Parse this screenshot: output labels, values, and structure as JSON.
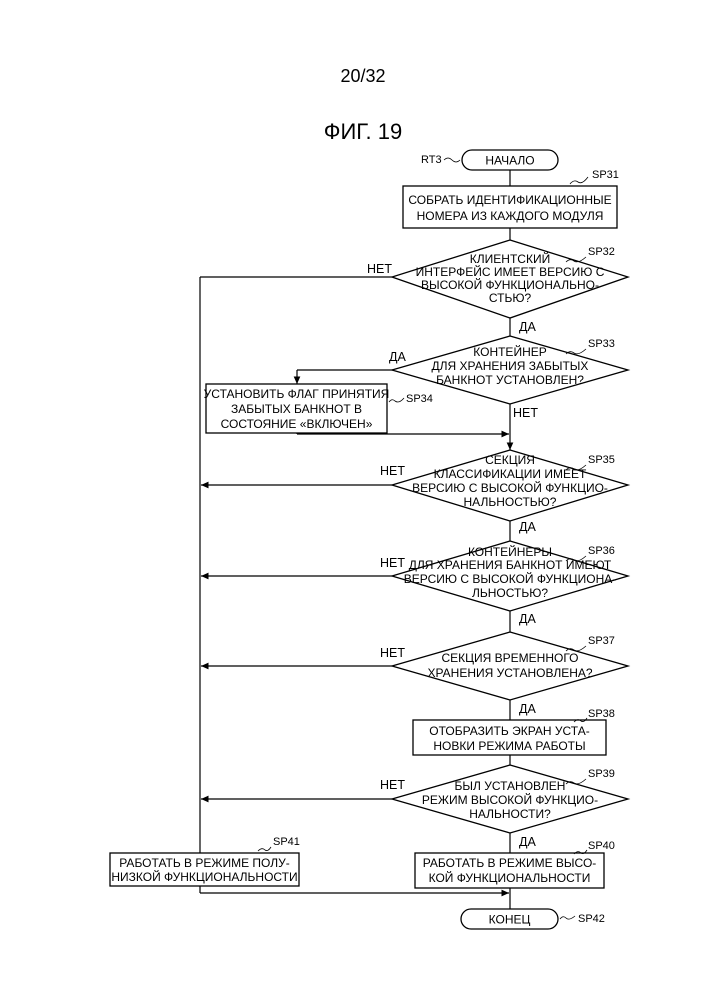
{
  "page_number": "20/32",
  "figure_title": "ФИГ. 19",
  "flow_id": "RT3",
  "start": {
    "label": "НАЧАЛО"
  },
  "end": {
    "label": "КОНЕЦ",
    "id": "SP42"
  },
  "steps": {
    "sp31": {
      "id": "SP31",
      "lines": [
        "СОБРАТЬ ИДЕНТИФИКАЦИОННЫЕ",
        "НОМЕРА ИЗ КАЖДОГО МОДУЛЯ"
      ]
    },
    "sp34": {
      "id": "SP34",
      "lines": [
        "УСТАНОВИТЬ ФЛАГ ПРИНЯТИЯ",
        "ЗАБЫТЫХ БАНКНОТ В",
        "СОСТОЯНИЕ «ВКЛЮЧЕН»"
      ]
    },
    "sp38": {
      "id": "SP38",
      "lines": [
        "ОТОБРАЗИТЬ ЭКРАН УСТА-",
        "НОВКИ РЕЖИМА РАБОТЫ"
      ]
    },
    "sp40": {
      "id": "SP40",
      "lines": [
        "РАБОТАТЬ В РЕЖИМЕ ВЫСО-",
        "КОЙ ФУНКЦИОНАЛЬНОСТИ"
      ]
    },
    "sp41": {
      "id": "SP41",
      "lines": [
        "РАБОТАТЬ В РЕЖИМЕ ПОЛУ-",
        "НИЗКОЙ ФУНКЦИОНАЛЬНОСТИ"
      ]
    }
  },
  "decisions": {
    "sp32": {
      "id": "SP32",
      "lines": [
        "КЛИЕНТСКИЙ",
        "ИНТЕРФЕЙС ИМЕЕТ ВЕРСИЮ С",
        "ВЫСОКОЙ ФУНКЦИОНАЛЬНО-",
        "СТЬЮ?"
      ]
    },
    "sp33": {
      "id": "SP33",
      "lines": [
        "КОНТЕЙНЕР",
        "ДЛЯ ХРАНЕНИЯ ЗАБЫТЫХ",
        "БАНКНОТ УСТАНОВЛЕН?"
      ]
    },
    "sp35": {
      "id": "SP35",
      "lines": [
        "СЕКЦИЯ",
        "КЛАССИФИКАЦИИ ИМЕЕТ",
        "ВЕРСИЮ С ВЫСОКОЙ ФУНКЦИО-",
        "НАЛЬНОСТЬЮ?"
      ]
    },
    "sp36": {
      "id": "SP36",
      "lines": [
        "КОНТЕЙНЕРЫ",
        "ДЛЯ ХРАНЕНИЯ БАНКНОТ ИМЕЮТ",
        "ВЕРСИЮ С ВЫСОКОЙ ФУНКЦИОНА-",
        "ЛЬНОСТЬЮ?"
      ]
    },
    "sp37": {
      "id": "SP37",
      "lines": [
        "СЕКЦИЯ ВРЕМЕННОГО",
        "ХРАНЕНИЯ УСТАНОВЛЕНА?"
      ]
    },
    "sp39": {
      "id": "SP39",
      "lines": [
        "БЫЛ УСТАНОВЛЕН",
        "РЕЖИМ ВЫСОКОЙ ФУНКЦИО-",
        "НАЛЬНОСТИ?"
      ]
    }
  },
  "branch_labels": {
    "yes": "ДА",
    "no": "НЕТ"
  }
}
